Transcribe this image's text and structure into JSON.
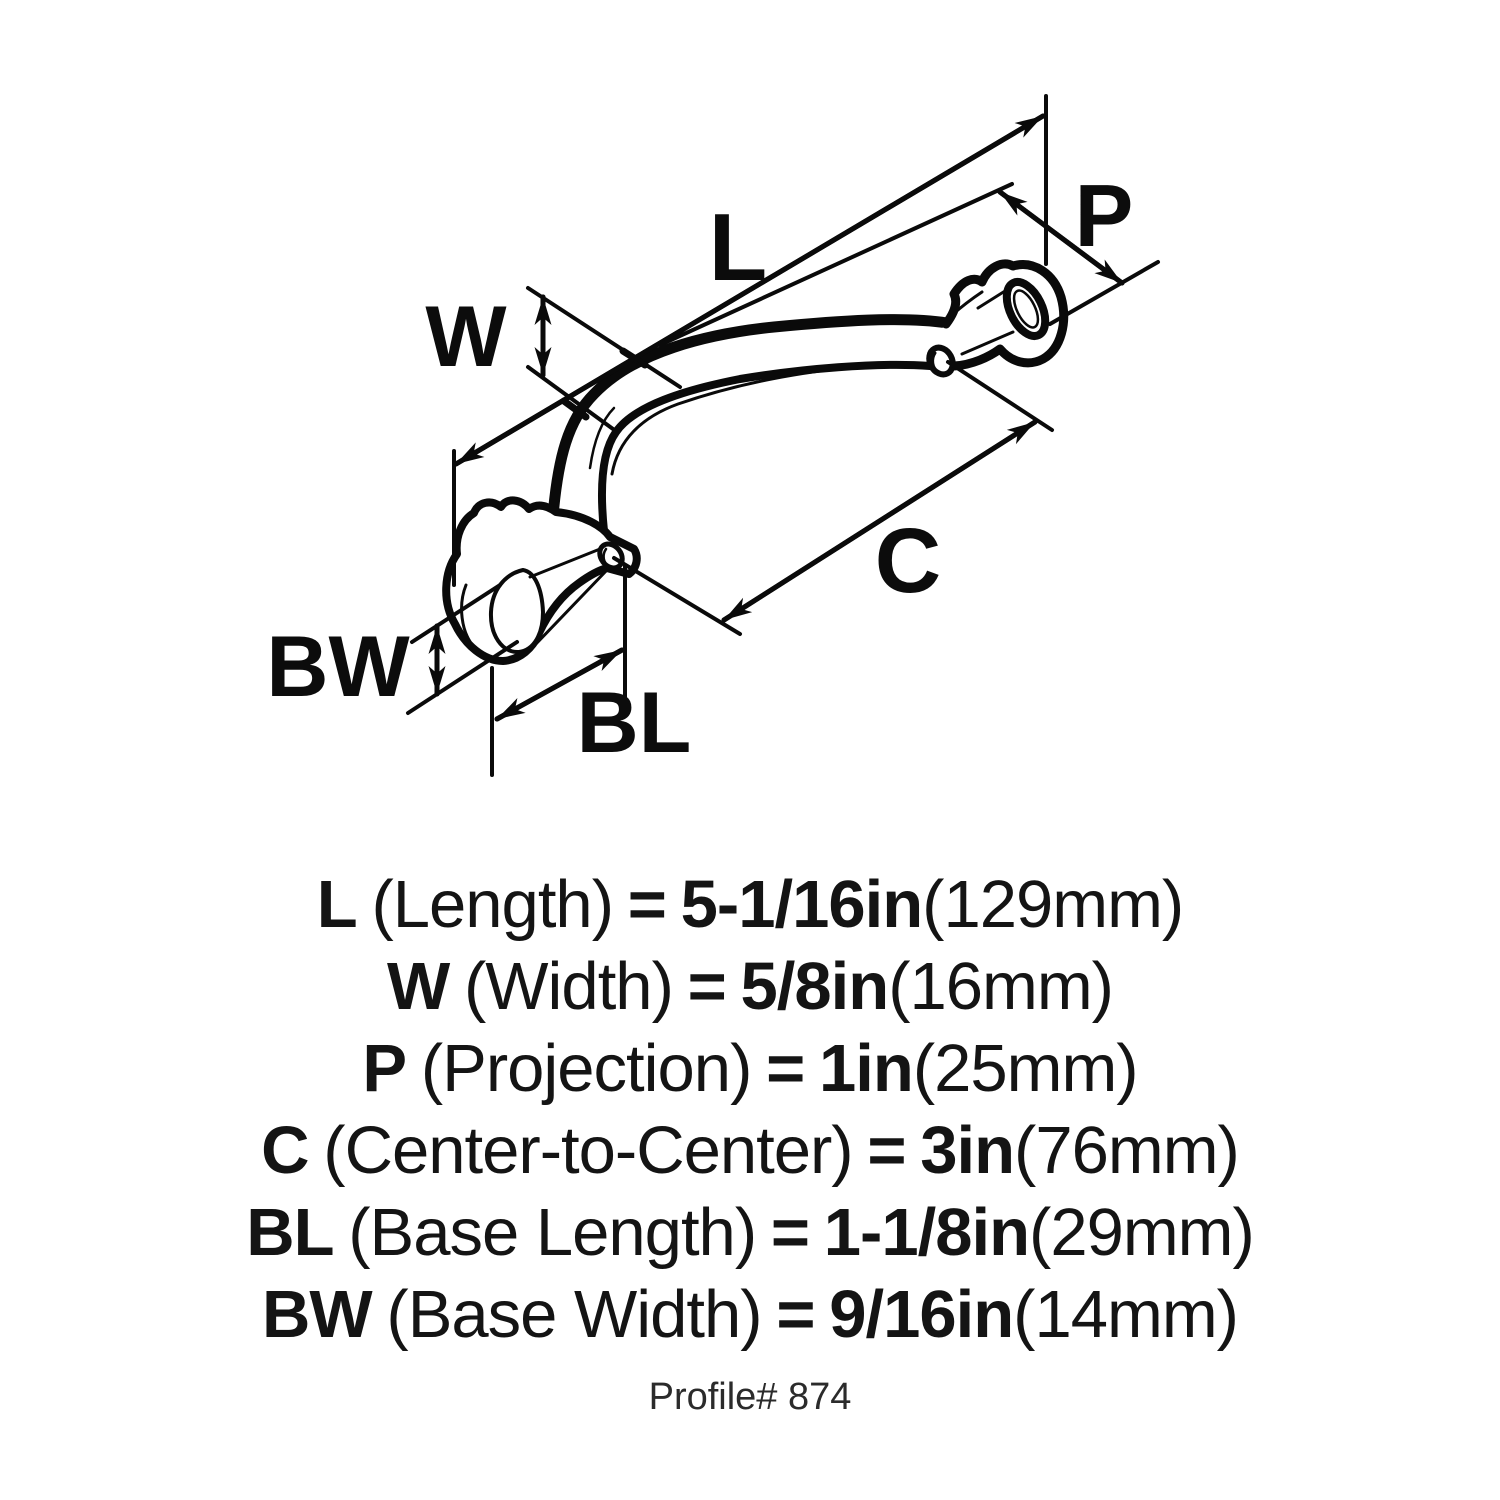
{
  "diagram": {
    "labels": {
      "length": "L",
      "projection": "P",
      "width": "W",
      "center_to_center": "C",
      "base_width": "BW",
      "base_length": "BL"
    }
  },
  "specs": {
    "rows": [
      {
        "code": "L",
        "name": "(Length)",
        "eq": "=",
        "value": "5-1/16in",
        "metric": "(129mm)"
      },
      {
        "code": "W",
        "name": "(Width)",
        "eq": "=",
        "value": "5/8in",
        "metric": "(16mm)"
      },
      {
        "code": "P",
        "name": "(Projection)",
        "eq": "=",
        "value": "1in",
        "metric": "(25mm)"
      },
      {
        "code": "C",
        "name": "(Center-to-Center)",
        "eq": "=",
        "value": "3in",
        "metric": "(76mm)"
      },
      {
        "code": "BL",
        "name": "(Base Length)",
        "eq": "=",
        "value": "1-1/8in",
        "metric": "(29mm)"
      },
      {
        "code": "BW",
        "name": "(Base Width)",
        "eq": "=",
        "value": "9/16in",
        "metric": "(14mm)"
      }
    ]
  },
  "footer": {
    "profile": "Profile# 874"
  },
  "colors": {
    "ink": "#141414",
    "line": "#0a0a0a",
    "background": "#ffffff"
  }
}
